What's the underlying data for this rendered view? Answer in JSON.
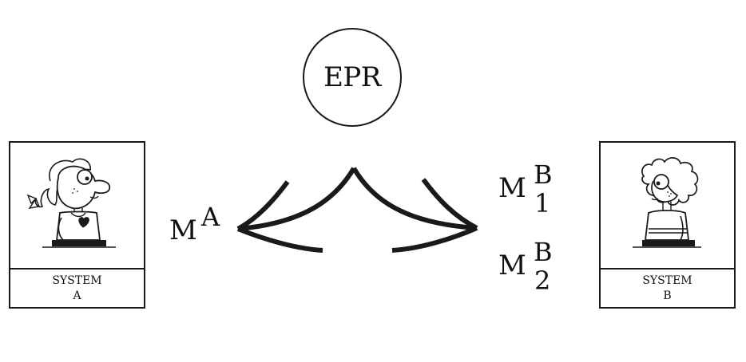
{
  "source": {
    "label": "EPR"
  },
  "system_a": {
    "caption_line1": "SYSTEM",
    "caption_line2": "A",
    "measurement": {
      "base": "M",
      "superscript": "A"
    }
  },
  "system_b": {
    "caption_line1": "SYSTEM",
    "caption_line2": "B",
    "measurement_1": {
      "base": "M",
      "superscript": "B",
      "subscript": "1"
    },
    "measurement_2": {
      "base": "M",
      "superscript": "B",
      "subscript": "2"
    }
  },
  "colors": {
    "ink": "#1a1a1a",
    "background": "#ffffff"
  }
}
